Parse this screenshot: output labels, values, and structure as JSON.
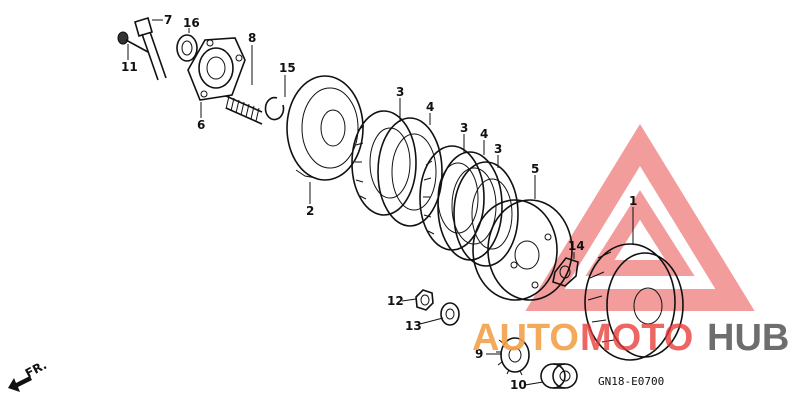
{
  "diagram": {
    "code": "GN18-E0700",
    "direction_label": "FR.",
    "callouts": [
      {
        "id": "c7",
        "text": "7"
      },
      {
        "id": "c16",
        "text": "16"
      },
      {
        "id": "c8",
        "text": "8"
      },
      {
        "id": "c11",
        "text": "11"
      },
      {
        "id": "c15",
        "text": "15"
      },
      {
        "id": "c6",
        "text": "6"
      },
      {
        "id": "c3a",
        "text": "3"
      },
      {
        "id": "c4a",
        "text": "4"
      },
      {
        "id": "c3b",
        "text": "3"
      },
      {
        "id": "c4b",
        "text": "4"
      },
      {
        "id": "c3c",
        "text": "3"
      },
      {
        "id": "c5",
        "text": "5"
      },
      {
        "id": "c2",
        "text": "2"
      },
      {
        "id": "c1",
        "text": "1"
      },
      {
        "id": "c14",
        "text": "14"
      },
      {
        "id": "c12",
        "text": "12"
      },
      {
        "id": "c13",
        "text": "13"
      },
      {
        "id": "c9",
        "text": "9"
      },
      {
        "id": "c10",
        "text": "10"
      }
    ]
  },
  "watermark": {
    "text_auto": "AUTO",
    "text_moto": "MOTO",
    "text_hub": "HUB",
    "color_red": "#e8332f",
    "color_orange": "#f2a14a",
    "color_gray": "#555555"
  }
}
